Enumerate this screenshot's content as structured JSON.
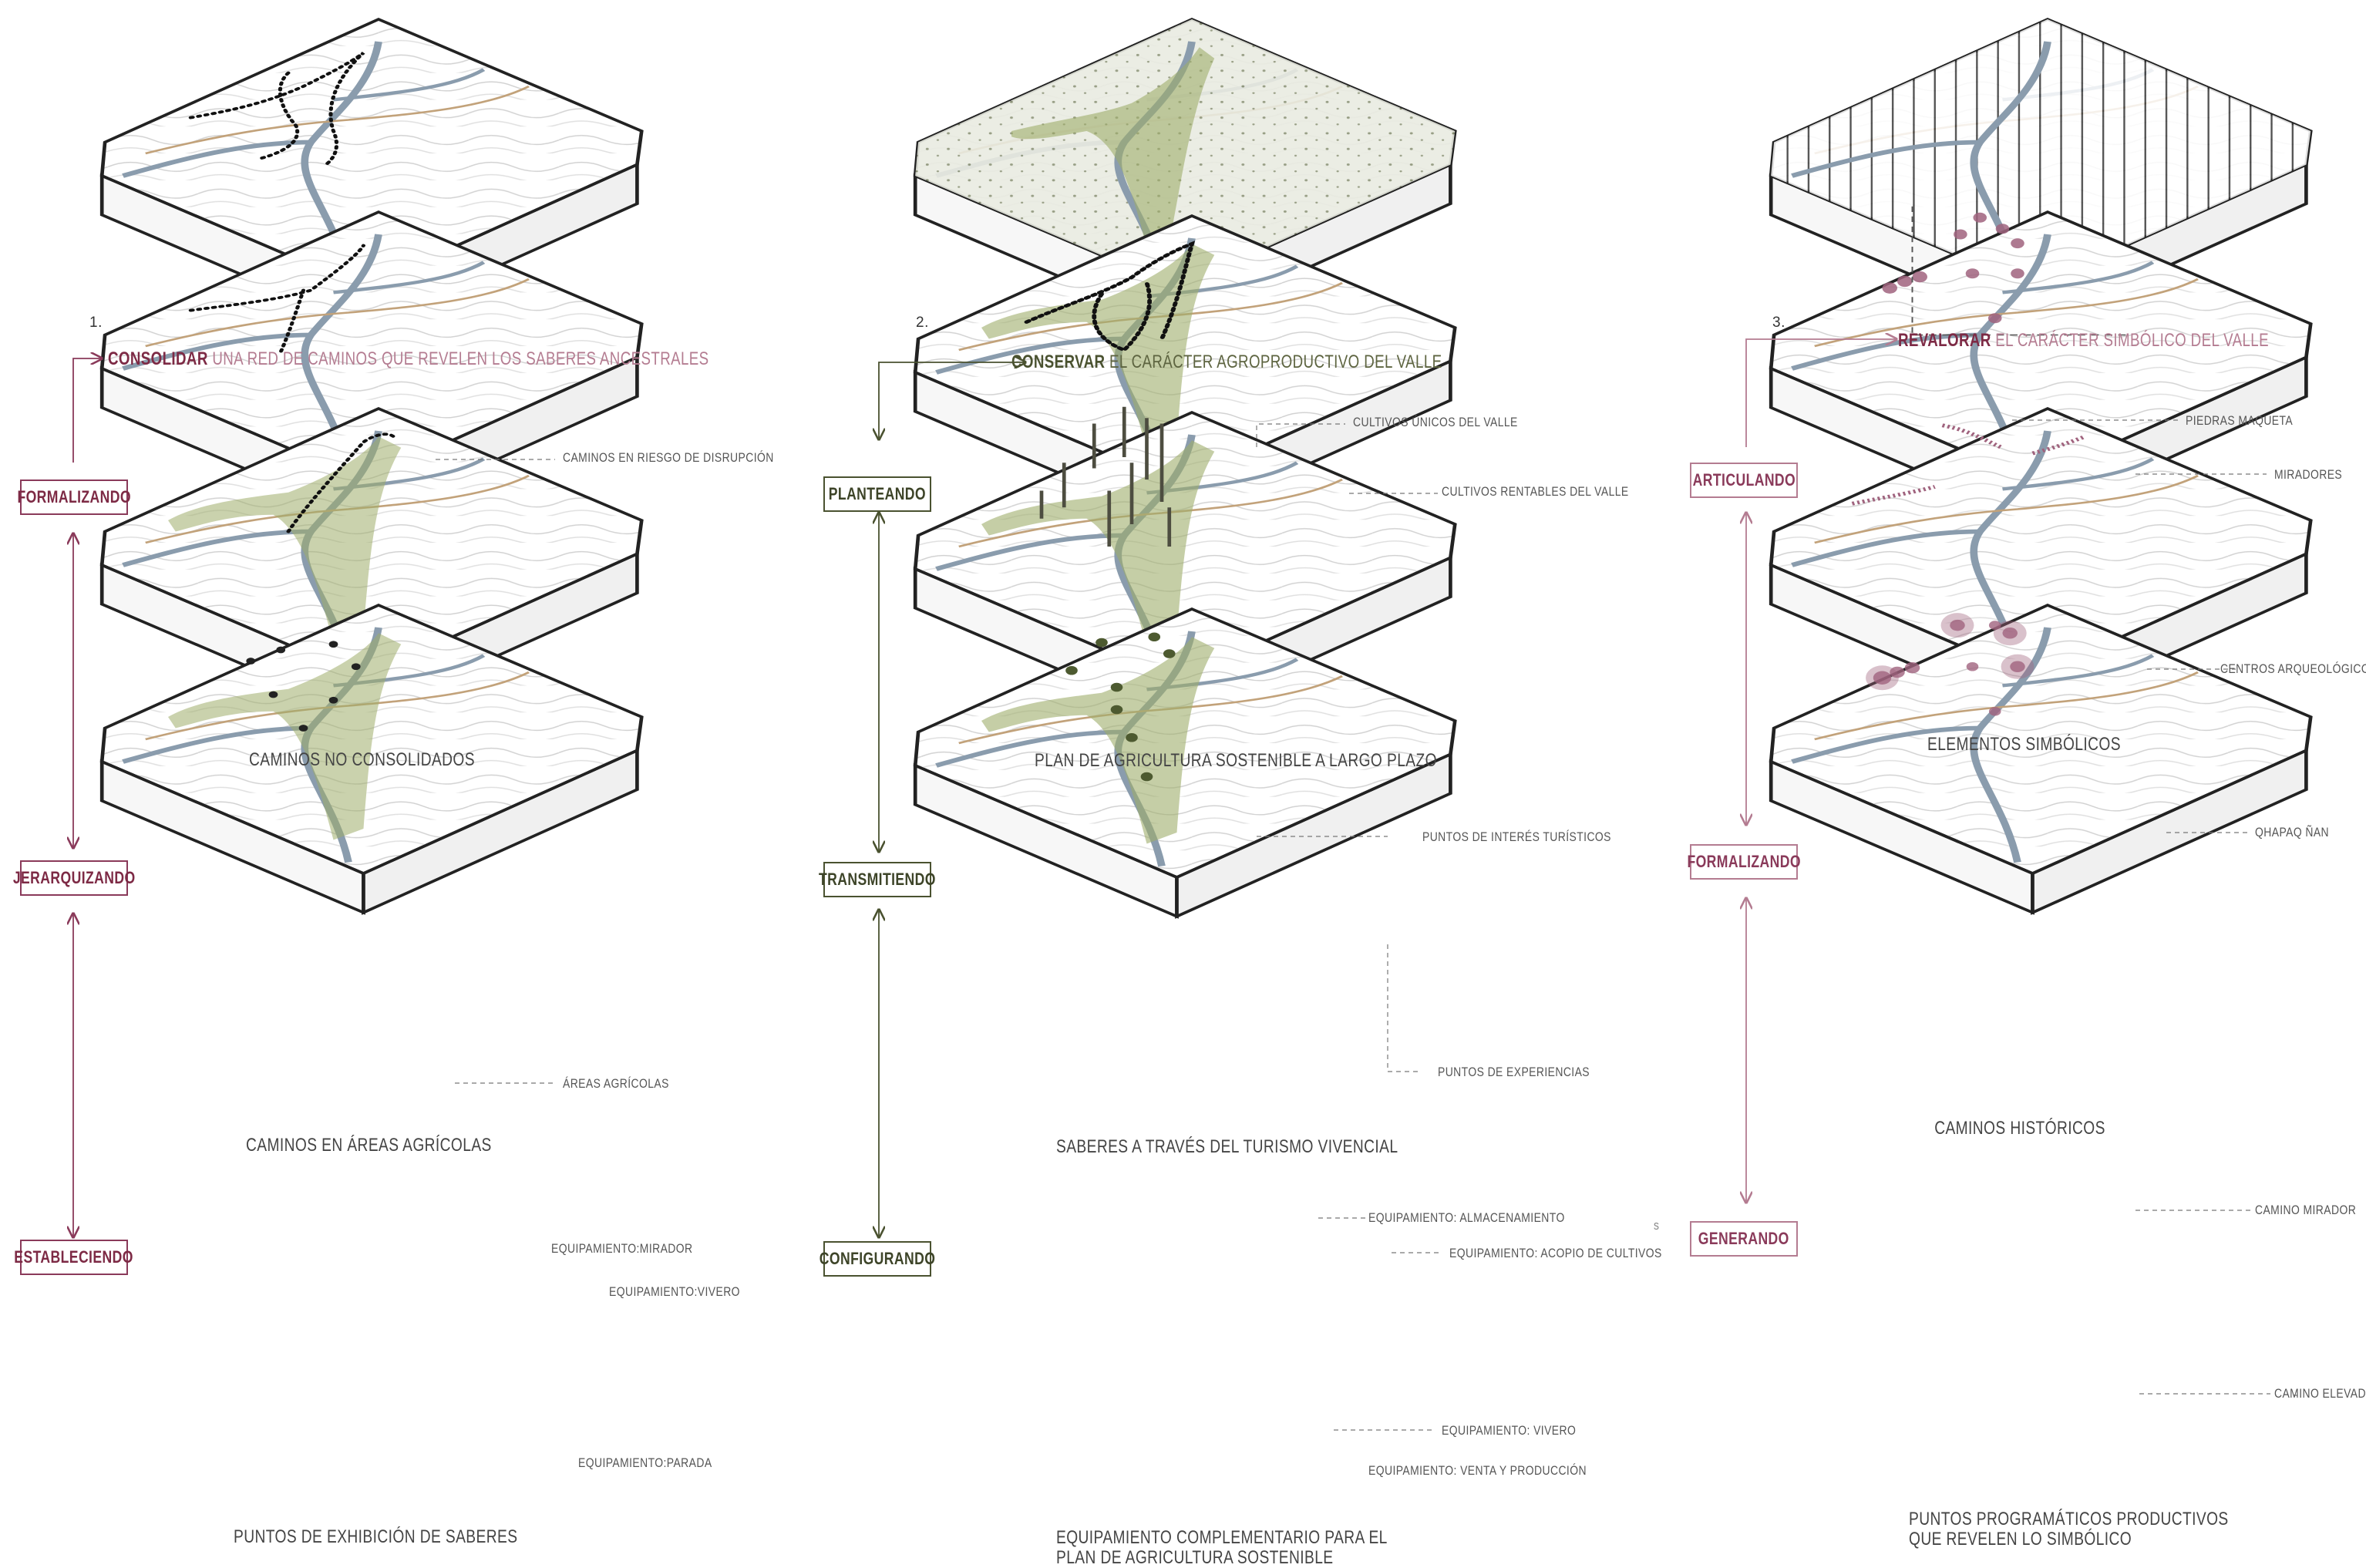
{
  "columns": [
    {
      "number": "1.",
      "headline_keyword": "CONSOLIDAR",
      "headline_rest": " UNA RED DE CAMINOS QUE REVELEN LOS SABERES ANCESTRALES",
      "steps": [
        {
          "badge": "FORMALIZANDO",
          "caption": "CAMINOS NO CONSOLIDADOS",
          "notes": [
            "CAMINOS EN RIESGO DE DISRUPCIÓN"
          ]
        },
        {
          "badge": "JERARQUIZANDO",
          "caption": "CAMINOS EN ÁREAS AGRÍCOLAS",
          "notes": [
            "ÁREAS AGRÍCOLAS"
          ]
        },
        {
          "badge": "ESTABLECIENDO",
          "caption": "PUNTOS DE EXHIBICIÓN DE SABERES",
          "notes": [
            "EQUIPAMIENTO:MIRADOR",
            "EQUIPAMIENTO:VIVERO",
            "EQUIPAMIENTO:PARADA"
          ]
        }
      ]
    },
    {
      "number": "2.",
      "headline_keyword": "CONSERVAR",
      "headline_rest": " EL CARÁCTER AGROPRODUCTIVO DEL VALLE",
      "steps": [
        {
          "badge": "PLANTEANDO",
          "caption": "PLAN DE AGRICULTURA SOSTENIBLE A LARGO PLAZO",
          "notes": [
            "CULTIVOS ÚNICOS DEL VALLE",
            "CULTIVOS RENTABLES DEL VALLE"
          ]
        },
        {
          "badge": "TRANSMITIENDO",
          "caption": "SABERES A TRAVÉS DEL TURISMO VIVENCIAL",
          "notes": [
            "PUNTOS DE INTERÉS TURÍSTICOS",
            "PUNTOS DE EXPERIENCIAS"
          ]
        },
        {
          "badge": "CONFIGURANDO",
          "caption": "EQUIPAMIENTO COMPLEMENTARIO PARA EL",
          "caption2": "PLAN DE AGRICULTURA SOSTENIBLE",
          "notes": [
            "EQUIPAMIENTO: ALMACENAMIENTO",
            "EQUIPAMIENTO: ACOPIO DE CULTIVOS",
            "EQUIPAMIENTO: VIVERO",
            "EQUIPAMIENTO: VENTA Y PRODUCCIÓN"
          ]
        }
      ]
    },
    {
      "number": "3.",
      "headline_keyword": "REVALORAR",
      "headline_rest": " EL CARÁCTER SIMBÓLICO DEL VALLE",
      "steps": [
        {
          "badge": "ARTICULANDO",
          "caption": "ELEMENTOS SIMBÓLICOS",
          "notes": [
            "PIEDRAS MAQUETA",
            "MIRADORES",
            "CENTROS ARQUEOLÓGICOS"
          ]
        },
        {
          "badge": "FORMALIZANDO",
          "caption": "CAMINOS HISTÓRICOS",
          "notes": [
            "QHAPAQ ÑAN"
          ]
        },
        {
          "badge": "GENERANDO",
          "caption": "PUNTOS PROGRAMÁTICOS PRODUCTIVOS",
          "caption2": "QUE REVELEN LO SIMBÓLICO",
          "notes": [
            "CAMINO MIRADOR",
            "CAMINO ELEVADO"
          ]
        }
      ]
    }
  ],
  "stray_mark": "s",
  "colors": {
    "burgundy": "#7d2a45",
    "olive": "#4a5230",
    "pink": "#b47c91",
    "river": "#8a9cad",
    "crop_green": "#9fad6a",
    "path_tan": "#c2a27a"
  }
}
